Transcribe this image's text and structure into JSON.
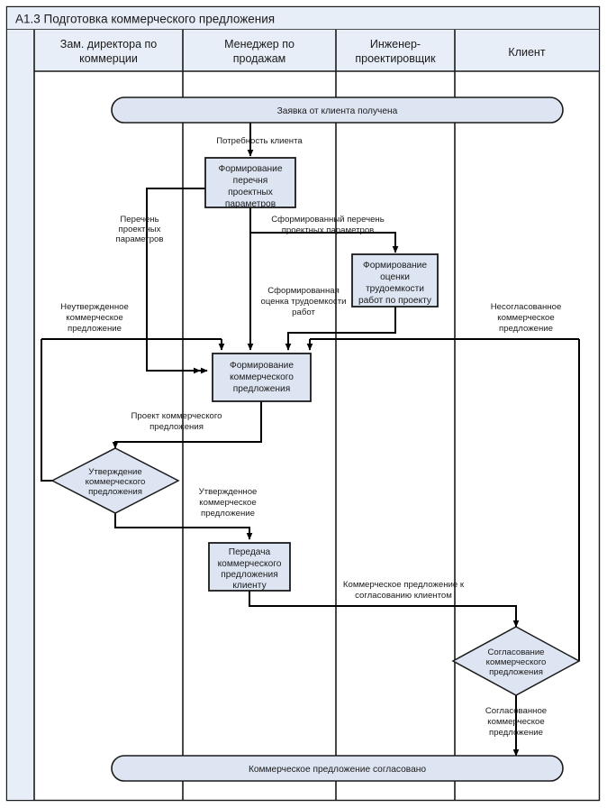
{
  "diagram": {
    "title": "A1.3 Подготовка коммерческого предложения",
    "type": "cross-functional-flowchart",
    "lanes": [
      {
        "id": "lane-spacer",
        "label": ""
      },
      {
        "id": "lane-deputy-director",
        "label": "Зам. директора по коммерции"
      },
      {
        "id": "lane-sales-manager",
        "label": "Менеджер по продажам"
      },
      {
        "id": "lane-design-engineer",
        "label": "Инженер-проектировщик"
      },
      {
        "id": "lane-client",
        "label": "Клиент"
      }
    ],
    "terminators": [
      {
        "id": "start",
        "label": "Заявка от клиента получена"
      },
      {
        "id": "end",
        "label": "Коммерческое предложение согласовано"
      }
    ],
    "processes": [
      {
        "id": "p1",
        "label": "Формирование перечня проектных параметров",
        "lane": "lane-sales-manager"
      },
      {
        "id": "p2",
        "label": "Формирование оценки трудоемкости работ по проекту",
        "lane": "lane-design-engineer"
      },
      {
        "id": "p3",
        "label": "Формирование коммерческого предложения",
        "lane": "lane-sales-manager"
      },
      {
        "id": "p4",
        "label": "Передача коммерческого предложения клиенту",
        "lane": "lane-sales-manager"
      }
    ],
    "decisions": [
      {
        "id": "d1",
        "label": "Утверждение коммерческого предложения",
        "lane": "lane-deputy-director"
      },
      {
        "id": "d2",
        "label": "Согласование коммерческого предложения",
        "lane": "lane-client"
      }
    ],
    "flow_labels": [
      {
        "id": "f1",
        "label": "Потребность клиента"
      },
      {
        "id": "f2",
        "label": "Перечень проектных параметров"
      },
      {
        "id": "f3",
        "label": "Сформированный перечень проектных параметров"
      },
      {
        "id": "f4",
        "label": "Сформированная оценка трудоемкости работ"
      },
      {
        "id": "f5",
        "label": "Неутвержденное коммерческое предложение"
      },
      {
        "id": "f6",
        "label": "Несогласованное коммерческое предложение"
      },
      {
        "id": "f7",
        "label": "Проект коммерческого предложения"
      },
      {
        "id": "f8",
        "label": "Утвержденное коммерческое предложение"
      },
      {
        "id": "f9",
        "label": "Коммерческое предложение к согласованию клиентом"
      },
      {
        "id": "f10",
        "label": "Согласованное коммерческое предложение"
      }
    ],
    "colors": {
      "node_fill": "#dde5f2",
      "header_fill": "#e8eef7",
      "border": "#1a1a1a",
      "line": "#000000",
      "page_bg": "#ffffff"
    }
  }
}
